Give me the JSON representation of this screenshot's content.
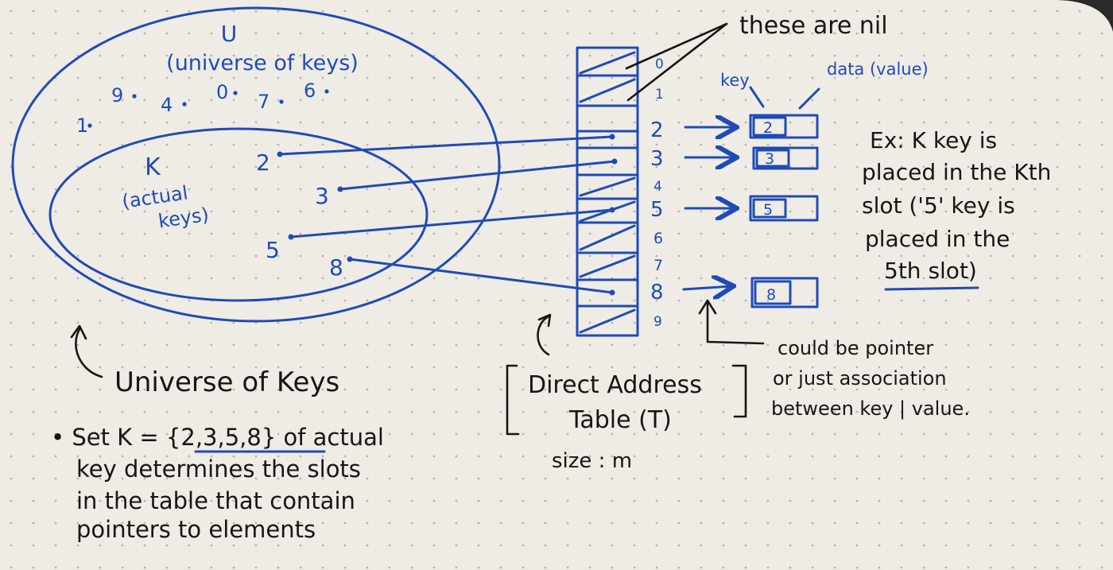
{
  "colors": {
    "ink": "#1f4bb8",
    "pen": "#161616",
    "paper": "#efece6"
  },
  "universe": {
    "title": "U",
    "subtitle": "(universe of keys)",
    "unused_keys": [
      "1",
      "9",
      "4",
      "0",
      "7",
      "6"
    ],
    "caption": "Universe of Keys"
  },
  "actual_keys": {
    "title": "K",
    "subtitle_line1": "(actual",
    "subtitle_line2": "keys)",
    "keys": [
      "2",
      "3",
      "5",
      "8"
    ]
  },
  "table": {
    "slot_labels": [
      "0",
      "1",
      "2",
      "3",
      "4",
      "5",
      "6",
      "7",
      "8",
      "9"
    ],
    "nil_note": "these are nil",
    "title_line1": "Direct Address",
    "title_line2": "Table (T)",
    "size_label": "size : m"
  },
  "elements": {
    "key_label": "key",
    "data_label": "data (value)",
    "keys": [
      "2",
      "3",
      "5",
      "8"
    ],
    "pointer_note_line1": "could be pointer",
    "pointer_note_line2": "or just association",
    "pointer_note_line3": "between key | value."
  },
  "example": {
    "line1": "Ex: K key is",
    "line2": "placed in the Kth",
    "line3": "slot ('5' key is",
    "line4": "placed in the",
    "line5": "5th slot)"
  },
  "note": {
    "line1": "• Set K = {2,3,5,8} of actual",
    "line2": "key determines the slots",
    "line3": "in the table that contain",
    "line4": "pointers to elements"
  }
}
